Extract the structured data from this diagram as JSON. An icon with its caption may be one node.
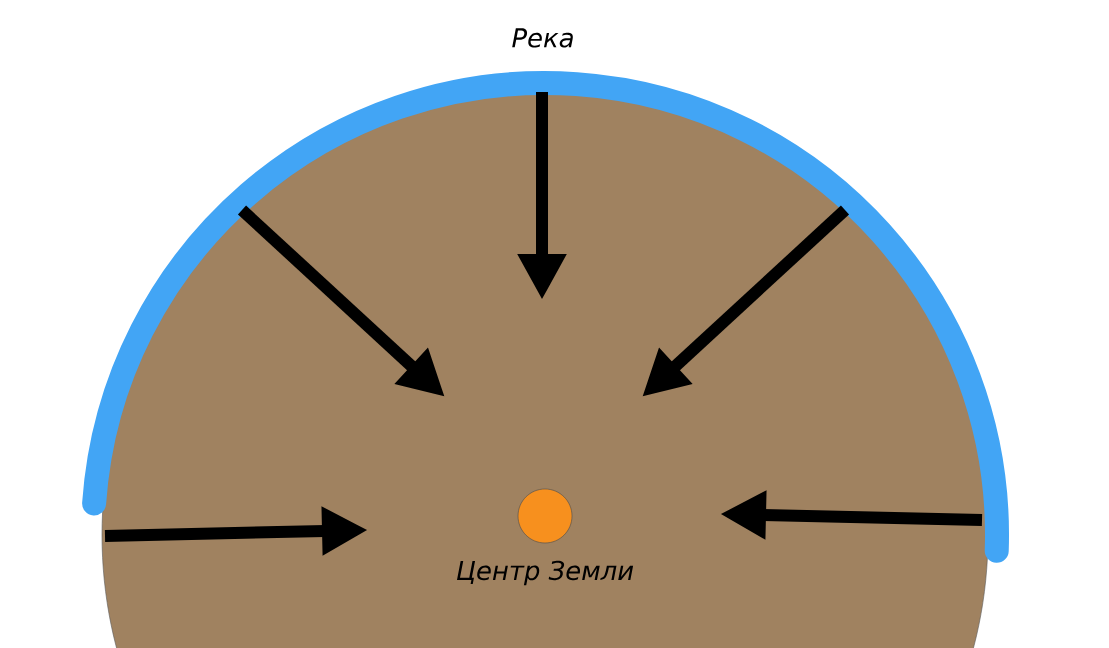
{
  "diagram": {
    "nodes": [
      {
        "text": [],
        "shape": "circle",
        "beside": [
          "Центр Земли"
        ]
      }
    ],
    "labels": [
      "Река"
    ]
  }
}
